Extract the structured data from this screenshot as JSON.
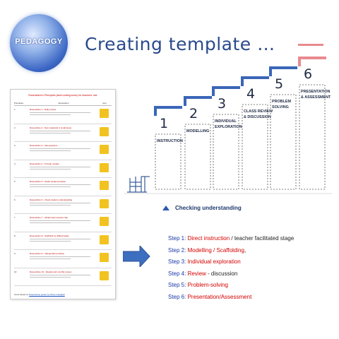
{
  "logo": {
    "text": "PEDAGOGY"
  },
  "title": "Creating template …",
  "doc": {
    "heading_main": "Rosenshine's Principles (skull-coding icons)",
    "heading_note": "for teachers' use",
    "columns": [
      "Principles",
      "Description",
      "Icon"
    ],
    "rows": [
      {
        "num": "1",
        "title": "Rosenshine 1 - Daily review"
      },
      {
        "num": "2",
        "title": "Rosenshine 2 - New materials in small steps"
      },
      {
        "num": "3",
        "title": "Rosenshine 3 - Ask questions"
      },
      {
        "num": "4",
        "title": "Rosenshine 4 - Provide models"
      },
      {
        "num": "5",
        "title": "Rosenshine 5 - Guide student practice"
      },
      {
        "num": "6",
        "title": "Rosenshine 6 - Check student understanding"
      },
      {
        "num": "7",
        "title": "Rosenshine 7 - Obtain high success rate"
      },
      {
        "num": "8",
        "title": "Rosenshine 8 - Scaffolds for difficult tasks"
      },
      {
        "num": "9",
        "title": "Rosenshine 9 - Independent practice"
      },
      {
        "num": "10",
        "title": "Rosenshine 10 - Weekly and monthly review"
      }
    ],
    "footer_prefix": "Icons based on",
    "footer_link": "Rosenshine poster by Oliver Caviglioli"
  },
  "stairs": [
    {
      "number": "1",
      "label": [
        "INSTRUCTION"
      ],
      "top_color": "#3a66b8"
    },
    {
      "number": "2",
      "label": [
        "MODELLING"
      ],
      "top_color": "#3a66b8"
    },
    {
      "number": "3",
      "label": [
        "INDIVIDUAL",
        "EXPLORATION"
      ],
      "top_color": "#3a66b8"
    },
    {
      "number": "4",
      "label": [
        "CLASS REVIEW",
        "& DISCUSSION"
      ],
      "top_color": "#3a66b8"
    },
    {
      "number": "5",
      "label": [
        "PROBLEM",
        "SOLVING"
      ],
      "top_color": "#3a66b8"
    },
    {
      "number": "6",
      "label": [
        "PRESENTATION",
        "& ASSESSMENT"
      ],
      "top_color": "#e98a8f"
    }
  ],
  "checking": "Checking understanding",
  "steps": [
    {
      "label": "Step 1: ",
      "main": "Direct instruction",
      "rest": " / teacher facilitated stage"
    },
    {
      "label": "Step 2: ",
      "main": "Modelling / Scaffolding",
      "rest": ","
    },
    {
      "label": "Step 3: ",
      "main": "Individual exploration",
      "rest": ""
    },
    {
      "label": "Step 4: ",
      "main": "Review",
      "rest": " - discussion"
    },
    {
      "label": "Step 5: ",
      "main": "Problem-solving",
      "rest": ""
    },
    {
      "label": "Step 6: ",
      "main": "Presentation/Assessment",
      "rest": ""
    }
  ],
  "colors": {
    "blue_text": "#1a3aa8",
    "red_text": "#d40000",
    "stair_blue": "#3a66b8",
    "stair_pink": "#e98a8f",
    "arrow": "#3d6fc0"
  }
}
